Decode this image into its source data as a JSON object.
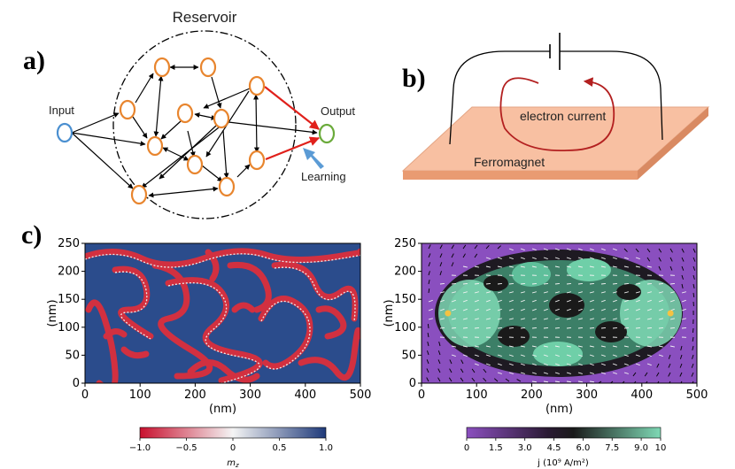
{
  "panel_a": {
    "letter": "a)",
    "title": "Reservoir",
    "input_label": "Input",
    "output_label": "Output",
    "learning_label": "Learning",
    "colors": {
      "node": "#E8852E",
      "input": "#4A8FD0",
      "output": "#6AAA3A",
      "arrow": "#000000",
      "red": "#E0201B",
      "learning_arrow": "#5B9BD5"
    }
  },
  "panel_b": {
    "letter": "b)",
    "current_label": "electron current",
    "slab_label": "Ferromagnet",
    "colors": {
      "slab_top": "#F8C0A2",
      "slab_side": "#E99B72",
      "loop": "#B32020"
    }
  },
  "panel_c": {
    "letter": "c)"
  },
  "chart_data": [
    {
      "type": "heatmap",
      "x_ticks": [
        "0",
        "100",
        "200",
        "300",
        "400",
        "500"
      ],
      "y_ticks": [
        "0",
        "50",
        "100",
        "150",
        "200",
        "250"
      ],
      "xlabel": "(nm)",
      "ylabel": "(nm)",
      "xlim": [
        0,
        500
      ],
      "ylim": [
        0,
        250
      ],
      "colorbar": {
        "label": "m_z",
        "label_main": "m",
        "label_sub": "z",
        "ticks": [
          "−1.0",
          "−0.5",
          "0",
          "0.5",
          "1.0"
        ],
        "range": [
          -1.0,
          1.0
        ],
        "colors": [
          "#C8102E",
          "#F4F4F4",
          "#1F3A7A"
        ]
      }
    },
    {
      "type": "heatmap",
      "x_ticks": [
        "0",
        "100",
        "200",
        "300",
        "400",
        "500"
      ],
      "y_ticks": [
        "0",
        "50",
        "100",
        "150",
        "200",
        "250"
      ],
      "xlabel": "(nm)",
      "ylabel": "(nm)",
      "xlim": [
        0,
        500
      ],
      "ylim": [
        0,
        250
      ],
      "colorbar": {
        "label": "j (10⁹ A/m²)",
        "ticks": [
          "0",
          "1.5",
          "3.0",
          "4.5",
          "6.0",
          "7.5",
          "9.0",
          "10"
        ],
        "range": [
          0,
          10
        ],
        "colors": [
          "#8B4FBF",
          "#1A1A1A",
          "#7FD9B5"
        ]
      },
      "markers": [
        {
          "x": 48,
          "y": 125,
          "color": "#F5C242"
        },
        {
          "x": 452,
          "y": 125,
          "color": "#F5C242"
        }
      ]
    }
  ]
}
